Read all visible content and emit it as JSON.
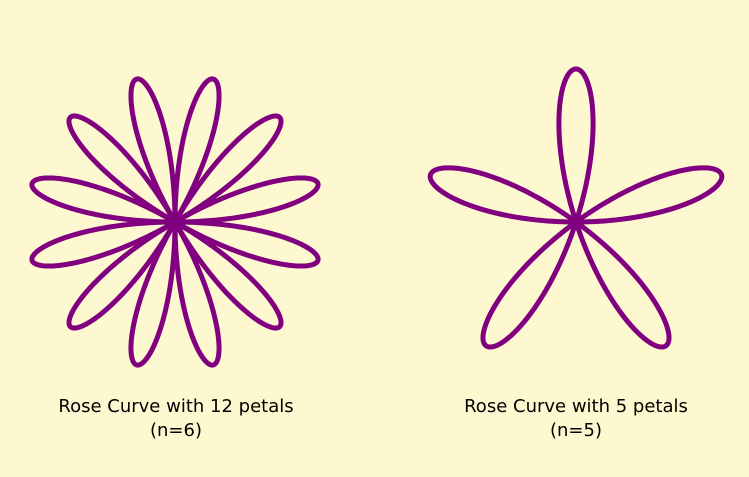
{
  "colors": {
    "background": "#fdf8d0",
    "curve": "#800080",
    "text": "#000000"
  },
  "roses": [
    {
      "n": 6,
      "petal_count": 12,
      "caption_line1": "Rose Curve with 12 petals",
      "caption_line2": "(n=6)"
    },
    {
      "n": 5,
      "petal_count": 5,
      "caption_line1": "Rose Curve with 5 petals",
      "caption_line2": "(n=5)"
    }
  ]
}
